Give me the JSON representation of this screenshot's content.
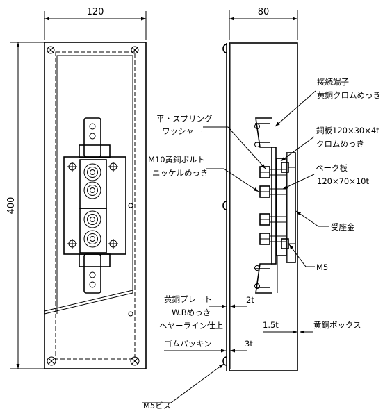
{
  "dimensions": {
    "front_width": "120",
    "front_height": "400",
    "side_width": "80",
    "plate_thickness": "2t",
    "box_thickness": "1.5t",
    "packing_thickness": "3t"
  },
  "labels": {
    "terminal_line1": "接続端子",
    "terminal_line2": "黄銅クロムめっき",
    "washer_line1": "平・スプリング",
    "washer_line2": "ワッシャー",
    "copper_plate_line1": "銅板120×30×4t",
    "copper_plate_line2": "クロムめっき",
    "bolt_line1": "M10黄銅ボルト",
    "bolt_line2": "ニッケルめっき",
    "bakelite_line1": "ベーク板",
    "bakelite_line2": "120×70×10t",
    "receiving_bracket": "受座金",
    "m5": "M5",
    "brass_plate_line1": "黄銅プレート",
    "brass_plate_line2": "W.Bめっき",
    "brass_plate_line3": "ヘヤーライン仕上",
    "brass_box": "黄銅ボックス",
    "rubber_packing": "ゴムパッキン",
    "m5_screw": "M5ビス"
  }
}
